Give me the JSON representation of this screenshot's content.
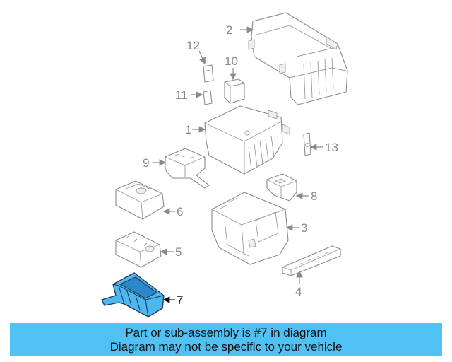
{
  "callouts": {
    "c1": "1",
    "c2": "2",
    "c3": "3",
    "c4": "4",
    "c5": "5",
    "c6": "6",
    "c7": "7",
    "c8": "8",
    "c9": "9",
    "c10": "10",
    "c11": "11",
    "c12": "12",
    "c13": "13"
  },
  "highlight": {
    "part_number": "7",
    "color": "#4fb7f0"
  },
  "banner": {
    "line1": "Part or sub-assembly is #7 in diagram",
    "line2": "Diagram may not be specific to your vehicle",
    "background": "#4fc1f5"
  }
}
